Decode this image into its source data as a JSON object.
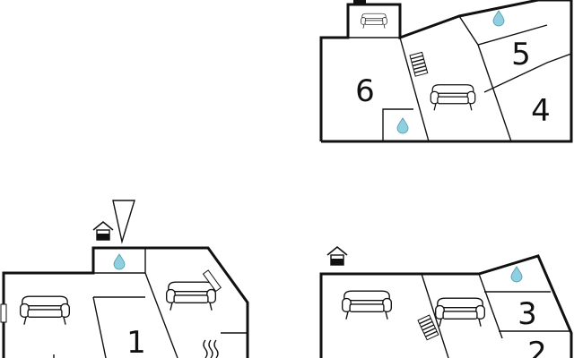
{
  "floorplans": {
    "top_right": {
      "rooms": [
        "6",
        "5",
        "4"
      ]
    },
    "bottom_left": {
      "rooms": [
        "1"
      ]
    },
    "bottom_right": {
      "rooms": [
        "3",
        "2"
      ]
    }
  },
  "icons": {
    "sofa": "sofa-icon",
    "water": "water-drop-icon",
    "stairs": "stairs-icon",
    "entrance": "house-entrance-icon",
    "north": "north-arrow-icon",
    "radiator": "radiator-icon",
    "window": "window-icon"
  },
  "colors": {
    "wall": "#111111",
    "water": "#8fcfe0"
  }
}
